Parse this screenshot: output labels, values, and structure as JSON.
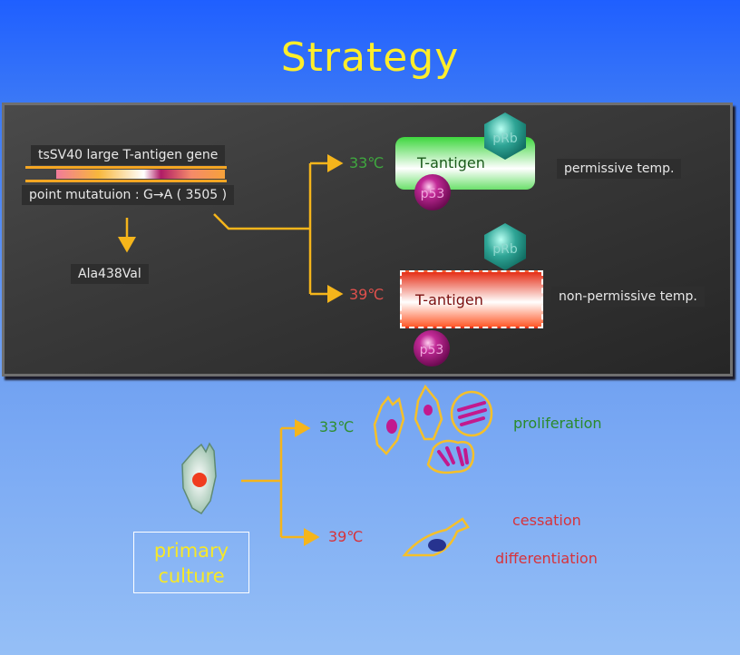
{
  "title": "Strategy",
  "gene": {
    "name": "tsSV40 large T-antigen gene",
    "mutation": "point mutatuion : G→A ( 3505 )",
    "substitution": "Ala438Val"
  },
  "permissive": {
    "temp": "33℃",
    "protein": "T-antigen",
    "partner_top": "pRb",
    "partner_bottom": "p53",
    "label": "permissive temp."
  },
  "nonpermissive": {
    "temp": "39℃",
    "protein": "T-antigen",
    "partner_top": "pRb",
    "partner_bottom": "p53",
    "label": "non-permissive temp."
  },
  "culture": {
    "label_line1": "primary",
    "label_line2": "culture",
    "temp_low": "33℃",
    "temp_high": "39℃",
    "outcome_low": "proliferation",
    "outcome_high_1": "cessation",
    "outcome_high_2": "differentiation"
  },
  "colors": {
    "title": "#ffee2a",
    "arrow": "#f5b51b",
    "green_temp": "#3fa83f",
    "red_temp": "#e0504c",
    "pRb": "#2fa596",
    "p53": "#a5167d",
    "culture_label": "#f7e827"
  }
}
